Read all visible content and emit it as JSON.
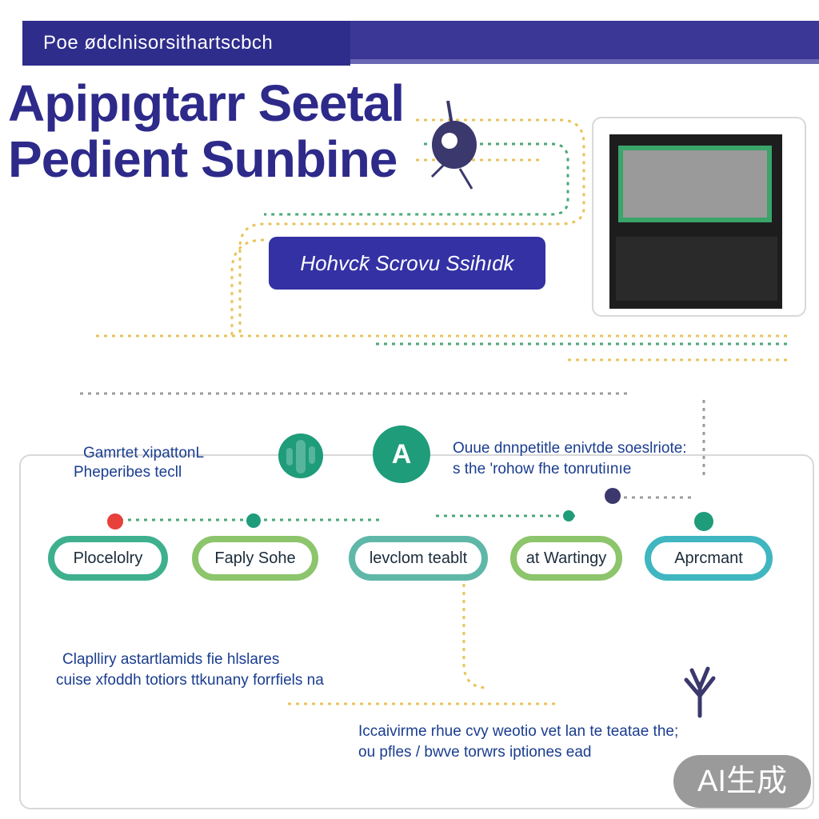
{
  "header": {
    "banner_text": "Poe ødclnisorsithartscbch",
    "title_line1": "Apipıgtarr Seetal",
    "title_line2": "Pedient Sunbine"
  },
  "subtitle_pill": "Hohvck̄ Scrovu Ssihıdk",
  "left_caption": {
    "line1": "Gamrtet xipattonL",
    "line2": "Pheperibes tecll"
  },
  "right_caption": {
    "line1": "Ouue dnnpetitle enivtde soeslriote:",
    "line2": "s the 'rohow fhe  tonrutiınıe"
  },
  "steps": [
    {
      "label": "Plocelolry"
    },
    {
      "label": "Faply Sohe"
    },
    {
      "label": "levclom teablt"
    },
    {
      "label": "at Wartingy"
    },
    {
      "label": "Aprcmant"
    }
  ],
  "lower_left_caption": {
    "line1": "Claplliry astartlamids fie hlslares",
    "line2": "cuise xfoddh  totiors ttkunany  forrfiels na"
  },
  "bottom_caption": {
    "line1": "Iccaivirme rhue cvy weotio vet lan te teatae the;",
    "line2": "ou pfles /    bwve torwrs  iptiones ead"
  },
  "badge_text": "AI生成",
  "colors": {
    "brand_navy": "#2f2d8c",
    "accent_green": "#1f9c7a",
    "text_blue": "#1a3d8f",
    "dot_red": "#e8403a"
  },
  "icons": [
    "splash-figure-icon",
    "monitor-thumbnail",
    "cactus-icon",
    "letter-a-circle-icon",
    "plant-sketch-icon"
  ]
}
